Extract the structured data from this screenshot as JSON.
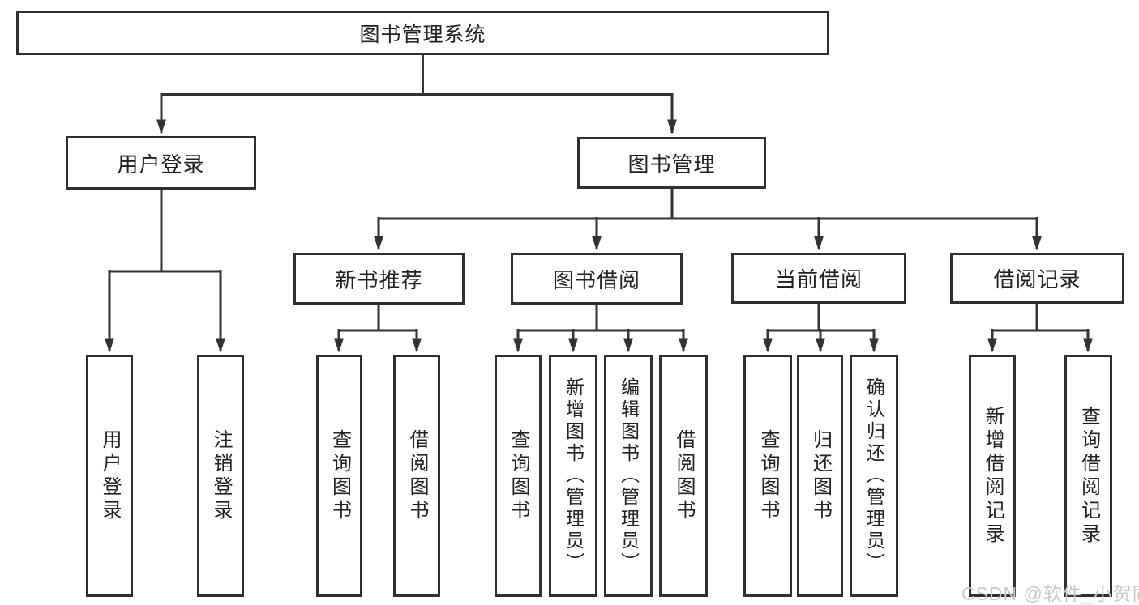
{
  "colors": {
    "background": "#ffffff",
    "line": "#333333",
    "box_border": "#2f2f2f",
    "text": "#222222",
    "watermark": "#c9c9c9"
  },
  "watermark": {
    "text": "CSDN @软件_小贺同学"
  },
  "diagram": {
    "root": {
      "label": "图书管理系统"
    },
    "level2": {
      "user_login": {
        "label": "用户登录"
      },
      "book_mgmt": {
        "label": "图书管理"
      }
    },
    "level3": {
      "new_book_rec": {
        "label": "新书推荐"
      },
      "book_borrow": {
        "label": "图书借阅"
      },
      "current_borrow": {
        "label": "当前借阅"
      },
      "borrow_records": {
        "label": "借阅记录"
      }
    },
    "leaves": {
      "user_login_leaf": {
        "label": "用户登录"
      },
      "logout_leaf": {
        "label": "注销登录"
      },
      "query_book_a": {
        "label": "查询图书"
      },
      "borrow_book_a": {
        "label": "借阅图书"
      },
      "query_book_b": {
        "label": "查询图书"
      },
      "add_book_admin": {
        "label": "新增图书（管理员）"
      },
      "edit_book_admin": {
        "label": "编辑图书（管理员）"
      },
      "borrow_book_b": {
        "label": "借阅图书"
      },
      "query_book_c": {
        "label": "查询图书"
      },
      "return_book": {
        "label": "归还图书"
      },
      "confirm_return_admin": {
        "label": "确认归还（管理员）"
      },
      "add_borrow_record": {
        "label": "新增借阅记录"
      },
      "query_borrow_record": {
        "label": "查询借阅记录"
      }
    },
    "hierarchy": {
      "图书管理系统": {
        "用户登录": [
          "用户登录",
          "注销登录"
        ],
        "图书管理": {
          "新书推荐": [
            "查询图书",
            "借阅图书"
          ],
          "图书借阅": [
            "查询图书",
            "新增图书（管理员）",
            "编辑图书（管理员）",
            "借阅图书"
          ],
          "当前借阅": [
            "查询图书",
            "归还图书",
            "确认归还（管理员）"
          ],
          "借阅记录": [
            "新增借阅记录",
            "查询借阅记录"
          ]
        }
      }
    }
  }
}
